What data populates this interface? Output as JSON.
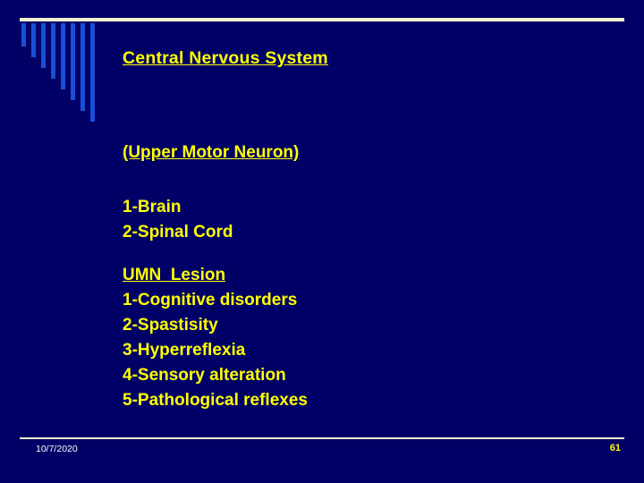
{
  "slide": {
    "background_color": "#000066",
    "accent_color": "#ffff00",
    "rule_color": "#f2f2d0",
    "bar_color": "#1a4fd6",
    "title": "Central Nervous System",
    "subtitle": "(Upper Motor Neuron)",
    "parts": [
      "1-Brain",
      "2-Spinal Cord"
    ],
    "lesion_heading": "UMN  Lesion",
    "lesion_items": [
      "1-Cognitive disorders",
      "2-Spastisity",
      "3-Hyperreflexia",
      "4-Sensory alteration",
      "5-Pathological reflexes"
    ]
  },
  "footer": {
    "date": "10/7/2020",
    "page_number": "61"
  }
}
